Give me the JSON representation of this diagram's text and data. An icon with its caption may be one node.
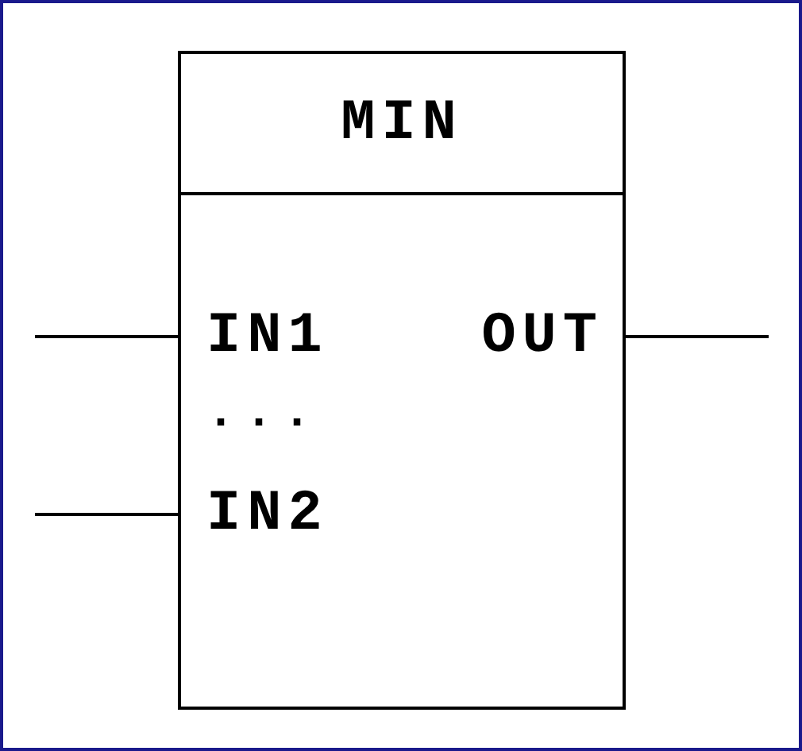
{
  "diagram": {
    "nodes": [
      {
        "text": [
          "MIN"
        ]
      },
      {
        "text": [
          "IN1"
        ],
        "in": 0
      },
      {
        "text": [
          "IN2"
        ],
        "in": 0
      },
      {
        "text": [
          "OUT"
        ],
        "in": 0
      }
    ],
    "edges": [
      {
        "from": null,
        "to": 1,
        "arrow": "none"
      },
      {
        "from": null,
        "to": 2,
        "arrow": "none"
      },
      {
        "from": 3,
        "to": null,
        "arrow": "none"
      }
    ],
    "labels": [
      "..."
    ]
  }
}
